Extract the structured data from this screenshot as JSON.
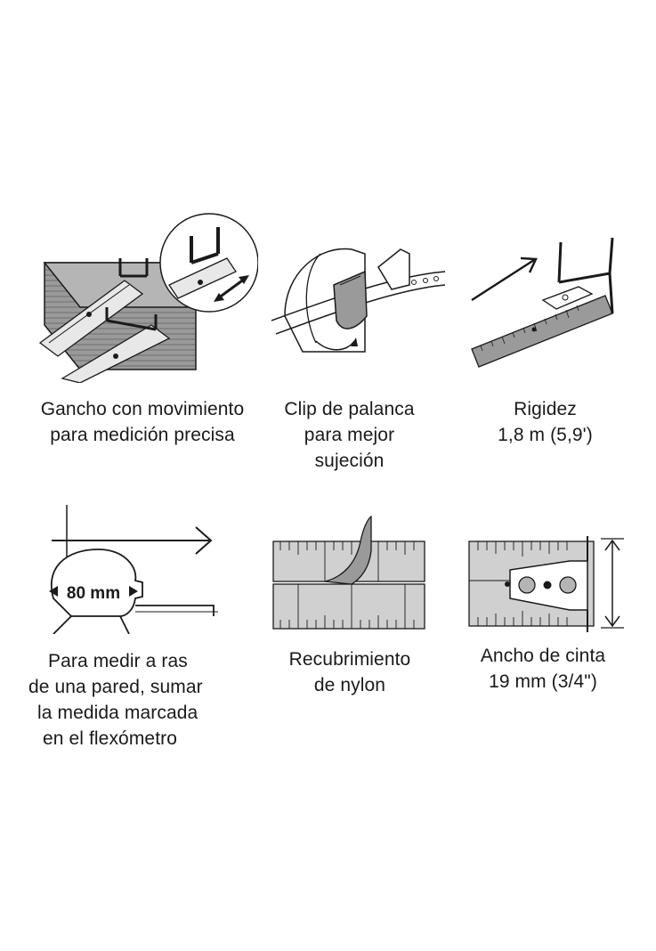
{
  "colors": {
    "ink": "#1a1a1a",
    "gray": "#8a8a8a",
    "light_gray": "#cfcfcf",
    "background": "#ffffff"
  },
  "features": [
    {
      "id": "hook",
      "icon": "movable-hook-icon",
      "caption_lines": [
        "Gancho con movimiento",
        "para medición precisa"
      ]
    },
    {
      "id": "clip",
      "icon": "belt-clip-icon",
      "caption_lines": [
        "Clip de palanca",
        "para mejor",
        "sujeción"
      ]
    },
    {
      "id": "rigidity",
      "icon": "tape-standout-icon",
      "caption_lines": [
        "Rigidez",
        "1,8 m (5,9')"
      ]
    },
    {
      "id": "flush",
      "icon": "case-length-icon",
      "case_length_label": "80 mm",
      "caption_lines": [
        "Para medir a ras",
        "de una pared, sumar",
        "la medida marcada",
        "en el flexómetro"
      ]
    },
    {
      "id": "nylon",
      "icon": "nylon-coating-icon",
      "caption_lines": [
        "Recubrimiento",
        "de nylon"
      ]
    },
    {
      "id": "width",
      "icon": "tape-width-icon",
      "caption_lines": [
        "Ancho de cinta",
        "19 mm (3/4\")"
      ]
    }
  ]
}
